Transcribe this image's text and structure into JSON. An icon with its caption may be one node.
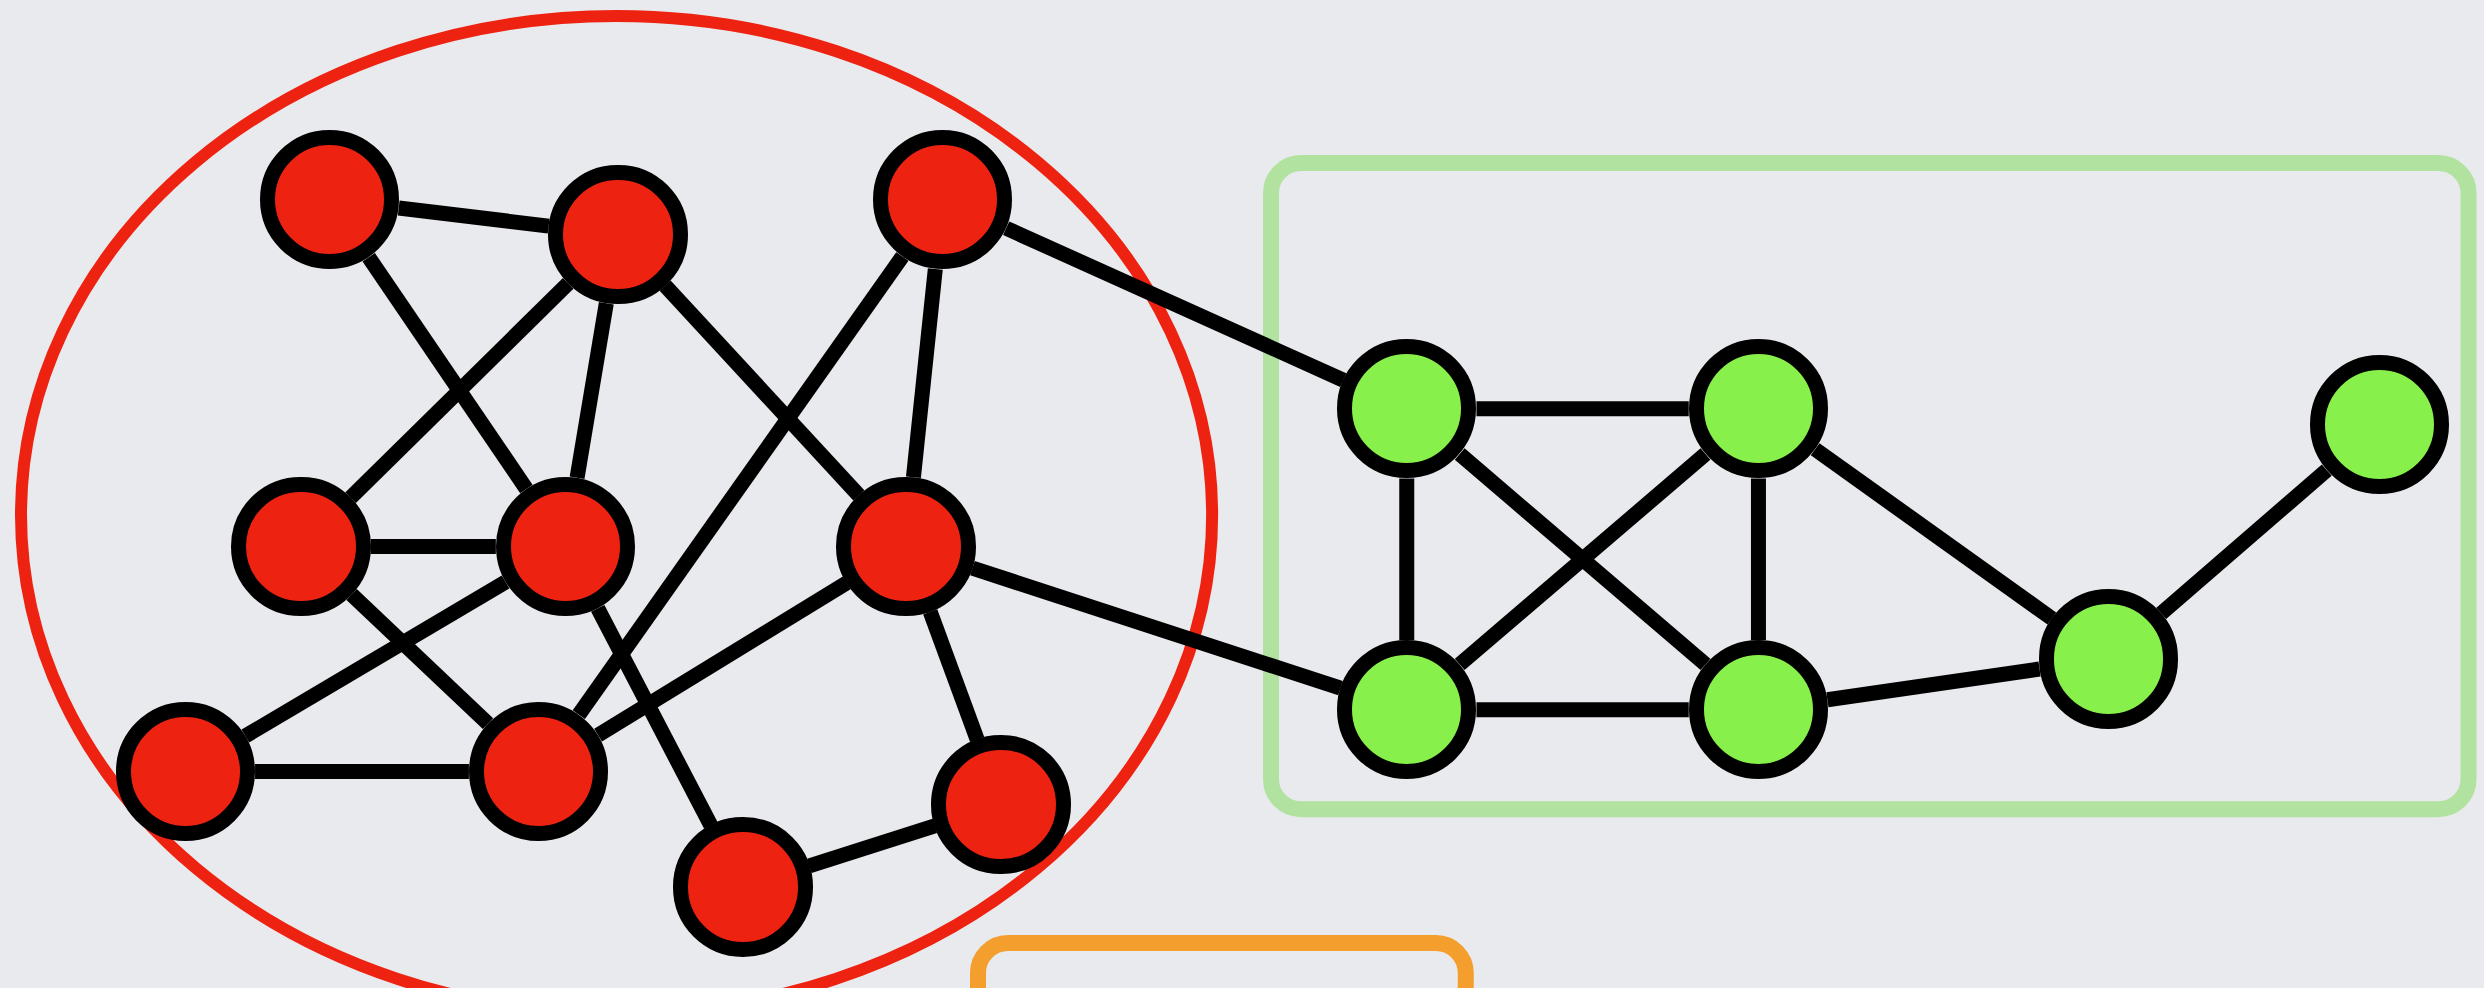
{
  "diagram": {
    "nodes": [
      {
        "text": [],
        "shape": "circle"
      },
      {
        "text": [],
        "shape": "circle",
        "in": 0
      },
      {
        "text": [],
        "shape": "circle",
        "in": 0
      },
      {
        "text": [],
        "shape": "circle",
        "in": 0
      },
      {
        "text": [],
        "shape": "circle",
        "in": 0
      },
      {
        "text": [],
        "shape": "circle",
        "in": 0
      },
      {
        "text": [],
        "shape": "circle",
        "in": 0
      },
      {
        "text": [],
        "shape": "circle",
        "in": 0
      },
      {
        "text": [],
        "shape": "circle",
        "in": 0
      },
      {
        "text": [],
        "shape": "circle",
        "in": 0
      },
      {
        "text": [],
        "shape": "circle",
        "in": 0
      },
      {
        "text": [],
        "shape": "box"
      },
      {
        "text": [],
        "shape": "circle",
        "in": 11
      },
      {
        "text": [],
        "shape": "circle",
        "in": 11
      },
      {
        "text": [],
        "shape": "circle",
        "in": 11
      },
      {
        "text": [],
        "shape": "circle",
        "in": 11
      },
      {
        "text": [],
        "shape": "circle",
        "in": 11
      },
      {
        "text": [],
        "shape": "circle",
        "in": 11
      },
      {
        "text": [],
        "shape": "box"
      }
    ],
    "edges": [
      {
        "from": 1,
        "to": 2,
        "arrow": "none"
      },
      {
        "from": 1,
        "to": 5,
        "arrow": "none"
      },
      {
        "from": 2,
        "to": 4,
        "arrow": "none"
      },
      {
        "from": 2,
        "to": 5,
        "arrow": "none"
      },
      {
        "from": 2,
        "to": 6,
        "arrow": "none"
      },
      {
        "from": 3,
        "to": 8,
        "arrow": "none"
      },
      {
        "from": 3,
        "to": 6,
        "arrow": "none"
      },
      {
        "from": 3,
        "to": 12,
        "arrow": "none"
      },
      {
        "from": 4,
        "to": 5,
        "arrow": "none"
      },
      {
        "from": 4,
        "to": 8,
        "arrow": "none"
      },
      {
        "from": 5,
        "to": 7,
        "arrow": "none"
      },
      {
        "from": 5,
        "to": 10,
        "arrow": "none"
      },
      {
        "from": 8,
        "to": 6,
        "arrow": "none"
      },
      {
        "from": 6,
        "to": 9,
        "arrow": "none"
      },
      {
        "from": 6,
        "to": 15,
        "arrow": "none"
      },
      {
        "from": 9,
        "to": 10,
        "arrow": "none"
      },
      {
        "from": 7,
        "to": 8,
        "arrow": "none"
      },
      {
        "from": 12,
        "to": 13,
        "arrow": "none"
      },
      {
        "from": 12,
        "to": 15,
        "arrow": "none"
      },
      {
        "from": 12,
        "to": 16,
        "arrow": "none"
      },
      {
        "from": 13,
        "to": 15,
        "arrow": "none"
      },
      {
        "from": 13,
        "to": 16,
        "arrow": "none"
      },
      {
        "from": 13,
        "to": 17,
        "arrow": "none"
      },
      {
        "from": 15,
        "to": 16,
        "arrow": "none"
      },
      {
        "from": 16,
        "to": 17,
        "arrow": "none"
      },
      {
        "from": 17,
        "to": 14,
        "arrow": "none"
      }
    ]
  }
}
